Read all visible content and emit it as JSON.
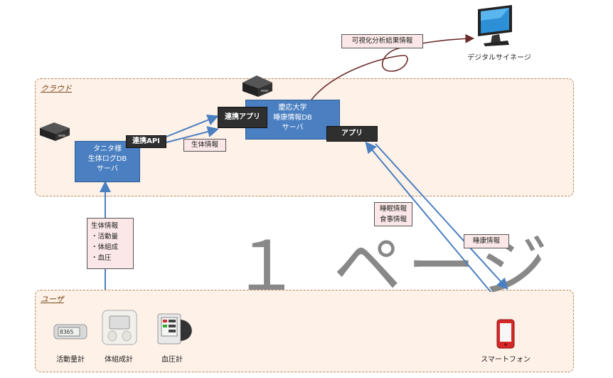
{
  "regions": {
    "cloud_label": "クラウド",
    "user_label": "ユーザ"
  },
  "servers": {
    "tanita": [
      "タニタ様",
      "生体ログDB",
      "サーバ"
    ],
    "keio": [
      "慶応大学",
      "睡康情報DB",
      "サーバ"
    ]
  },
  "labels": {
    "api": "連携API",
    "link_app": "連携アプリ",
    "app": "アプリ",
    "bio_info": "生体情報",
    "visual_result": "可視化分析結果情報",
    "sleep_food": [
      "睡眠情報",
      "食事情報"
    ],
    "health_info": "睡康情報",
    "bio_list": [
      "生体情報",
      "・活動量",
      "・体組成",
      "・血圧"
    ]
  },
  "devices": {
    "signage": "デジタルサイネージ",
    "activity": "活動量計",
    "body_comp": "体組成計",
    "bp": "血圧計",
    "smartphone": "スマートフォン"
  },
  "watermark": "１ ページ",
  "colors": {
    "arrow_blue": "#4a7fc1",
    "arrow_dark_red": "#6b2b2b",
    "server_blue": "#4a7fc1",
    "region_fill": "#fdf1e8"
  }
}
